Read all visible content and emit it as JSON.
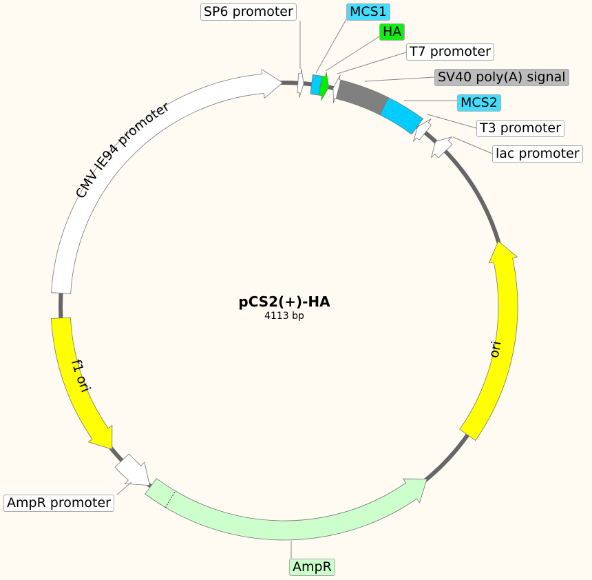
{
  "plasmid": {
    "name": "pCS2(+)-HA",
    "length_label": "4113 bp",
    "length_bp": 4113
  },
  "colors": {
    "background": "#fffbf3",
    "backbone": "#666666",
    "yellow": "#ffff00",
    "ampr": "#ccffcc",
    "mcs": "#00ccff",
    "ha": "#00ee00",
    "sv40": "#808080",
    "promoter": "#ffffff"
  },
  "features": [
    {
      "id": "cmv",
      "name": "CMV IE94 promoter",
      "start": 3124,
      "end": 4108,
      "dir": 1,
      "color": "#ffffff",
      "inline_label": true
    },
    {
      "id": "sp6",
      "name": "SP6 promoter",
      "start": 40,
      "end": 57,
      "dir": 1,
      "color": "#ffffff"
    },
    {
      "id": "mcs1",
      "name": "MCS1",
      "start": 80,
      "end": 106,
      "dir": 0,
      "color": "#00ccff"
    },
    {
      "id": "ha",
      "name": "HA",
      "start": 106,
      "end": 131,
      "dir": 1,
      "color": "#00ee00"
    },
    {
      "id": "t7",
      "name": "T7 promoter",
      "start": 144,
      "end": 163,
      "dir": -1,
      "color": "#ffffff"
    },
    {
      "id": "sv40",
      "name": "SV40 poly(A) signal",
      "start": 160,
      "end": 303,
      "dir": 0,
      "color": "#808080"
    },
    {
      "id": "mcs2",
      "name": "MCS2",
      "start": 303,
      "end": 417,
      "dir": 0,
      "color": "#00ccff"
    },
    {
      "id": "t3",
      "name": "T3 promoter",
      "start": 418,
      "end": 446,
      "dir": -1,
      "color": "#ffffff"
    },
    {
      "id": "lac",
      "name": "lac promoter",
      "start": 486,
      "end": 526,
      "dir": -1,
      "color": "#ffffff"
    },
    {
      "id": "ori",
      "name": "ori",
      "start": 834,
      "end": 1428,
      "dir": -1,
      "color": "#ffff00",
      "inline_label": true
    },
    {
      "id": "ampr",
      "name": "AmpR",
      "start": 1604,
      "end": 2475,
      "dir": -1,
      "color": "#ccffcc"
    },
    {
      "id": "amprp",
      "name": "AmpR promoter",
      "start": 2479,
      "end": 2588,
      "dir": -1,
      "color": "#ffffff"
    },
    {
      "id": "f1",
      "name": "f1 ori",
      "start": 2632,
      "end": 3051,
      "dir": -1,
      "color": "#ffff00",
      "inline_label": true
    }
  ],
  "labels": {
    "sp6": "SP6 promoter",
    "mcs1": "MCS1",
    "ha": "HA",
    "t7": "T7 promoter",
    "sv40": "SV40 poly(A) signal",
    "mcs2": "MCS2",
    "t3": "T3 promoter",
    "lac": "lac promoter",
    "amprp": "AmpR promoter",
    "ampr": "AmpR",
    "cmv": "CMV IE94 promoter",
    "ori": "ori",
    "f1": "f1 ori"
  }
}
